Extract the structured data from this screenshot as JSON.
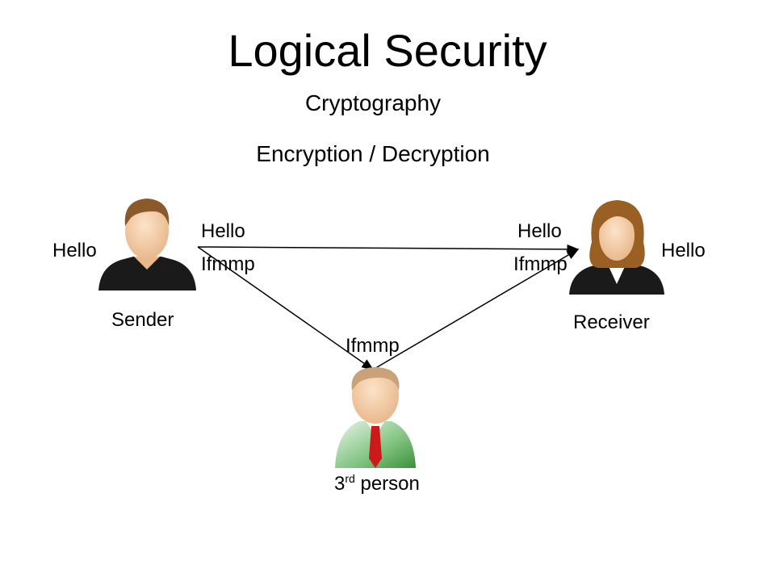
{
  "title": "Logical Security",
  "subtitle": "Cryptography",
  "subtitle2": "Encryption / Decryption",
  "sender": {
    "label": "Sender",
    "plaintext": "Hello"
  },
  "receiver": {
    "label": "Receiver",
    "plaintext": "Hello"
  },
  "third_party": {
    "label_prefix": "3",
    "label_sup": "rd",
    "label_suffix": " person",
    "intercepted": "Ifmmp"
  },
  "messages": {
    "sender_plain": "Hello",
    "sender_cipher": "Ifmmp",
    "receiver_plain": "Hello",
    "receiver_cipher": "Ifmmp"
  },
  "icons": {
    "sender": "man-user-icon",
    "receiver": "woman-user-icon",
    "third": "businessman-user-icon"
  },
  "colors": {
    "arrow": "#000000",
    "hair_brown": "#8a5a2b",
    "skin": "#f2c9a2",
    "shirt_green": "#5cae5c",
    "tie_red": "#cc1a1a"
  }
}
